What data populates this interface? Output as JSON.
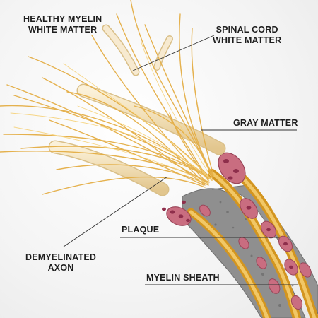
{
  "labels": {
    "healthy_myelin_white_matter": [
      "HEALTHY MYELIN",
      "WHITE MATTER"
    ],
    "spinal_cord_white_matter": [
      "SPINAL CORD",
      "WHITE MATTER"
    ],
    "gray_matter": "GRAY MATTER",
    "plaque": "PLAQUE",
    "demyelinated_axon": [
      "DEMYELINATED",
      "AXON"
    ],
    "myelin_sheath": "MYELIN SHEATH"
  },
  "colors": {
    "axon": "#e9b23c",
    "axon_light": "#f6d27a",
    "myelin_cream": "#f3e2be",
    "plaque_gray": "#8c8c8c",
    "cell_pink": "#c96d80",
    "nucleus": "#9b3552",
    "leader_line": "#333333",
    "text": "#1e1e1e"
  }
}
